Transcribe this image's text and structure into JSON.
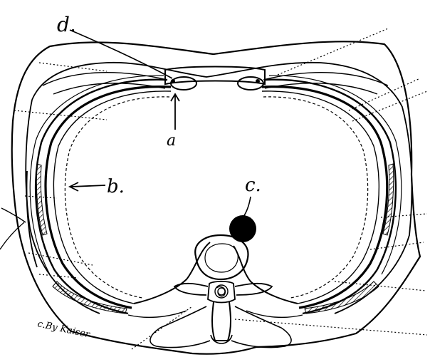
{
  "labels": {
    "a": "a",
    "b": "b.",
    "c": "c.",
    "d": "d."
  },
  "signature": "c.By Kaiser",
  "colors": {
    "ink": "#000000",
    "background": "#ffffff"
  }
}
